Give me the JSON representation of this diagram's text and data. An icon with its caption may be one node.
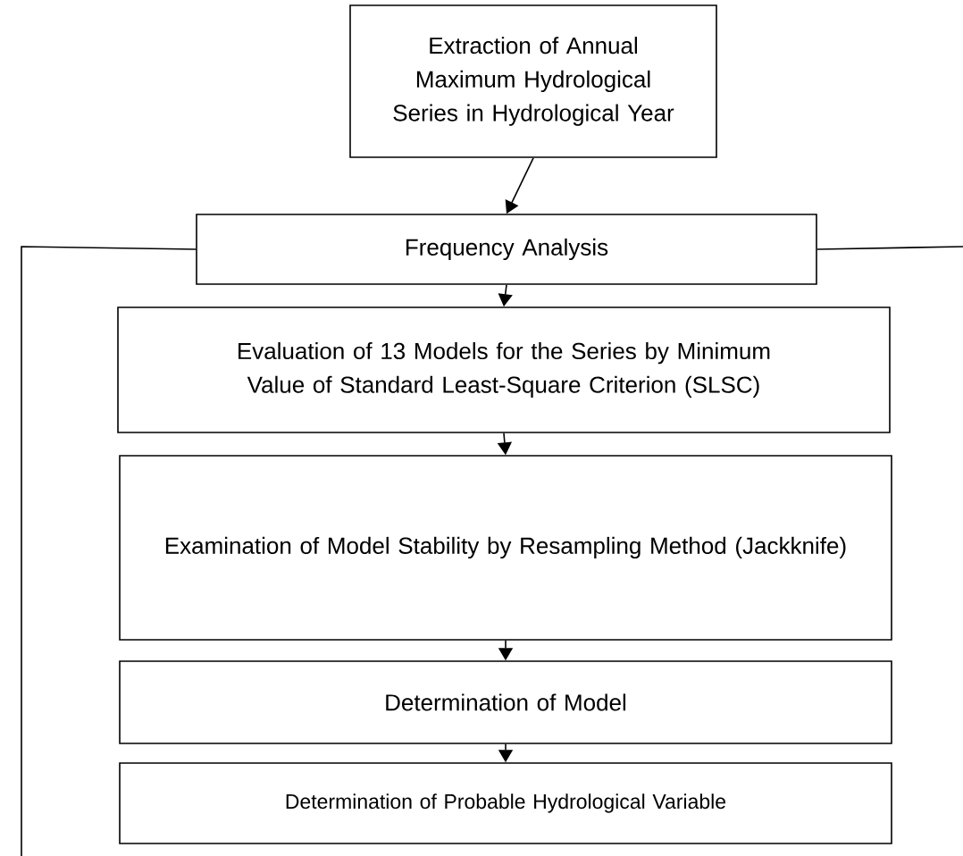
{
  "diagram": {
    "nodes": [
      {
        "text": [
          "Extraction of Annual Maximum Hydrological Series in Hydrological Year"
        ]
      },
      {
        "text": [
          "Frequency Analysis"
        ]
      },
      {
        "text": [
          "Evaluation of 13 Models for the Series by Minimum Value of Standard Least-Square Criterion (SLSC)"
        ]
      },
      {
        "text": [
          "Examination of Model Stability by Resampling Method (Jackknife)"
        ]
      },
      {
        "text": [
          "Determination of Model"
        ]
      },
      {
        "text": [
          "Determination of Probable Hydrological Variable"
        ]
      }
    ],
    "edges": [
      {
        "from": 0,
        "to": 1,
        "arrow": "to"
      },
      {
        "from": 1,
        "to": 2,
        "arrow": "to"
      },
      {
        "from": 2,
        "to": 3,
        "arrow": "to"
      },
      {
        "from": 3,
        "to": 4,
        "arrow": "to"
      },
      {
        "from": 4,
        "to": 5,
        "arrow": "to"
      },
      {
        "from": 1,
        "to": null,
        "arrow": "none"
      },
      {
        "from": 1,
        "to": null,
        "arrow": "none"
      }
    ]
  }
}
